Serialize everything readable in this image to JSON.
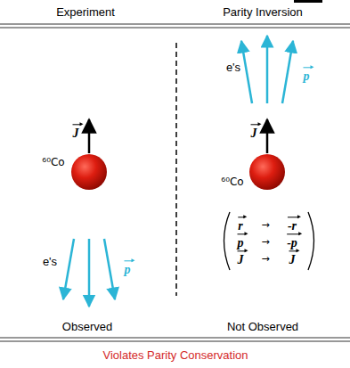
{
  "diagram": {
    "caption": "Violates Parity Conservation",
    "labels": [
      "Experiment",
      "Parity Inversion",
      "e's",
      "p",
      "J",
      "J",
      "⁶⁰Co",
      "⁶⁰Co",
      "r",
      "→",
      "-r",
      "p",
      "→",
      "-p",
      "J",
      "→",
      "J",
      "e's",
      "p",
      "Observed",
      "Not Observed"
    ]
  }
}
